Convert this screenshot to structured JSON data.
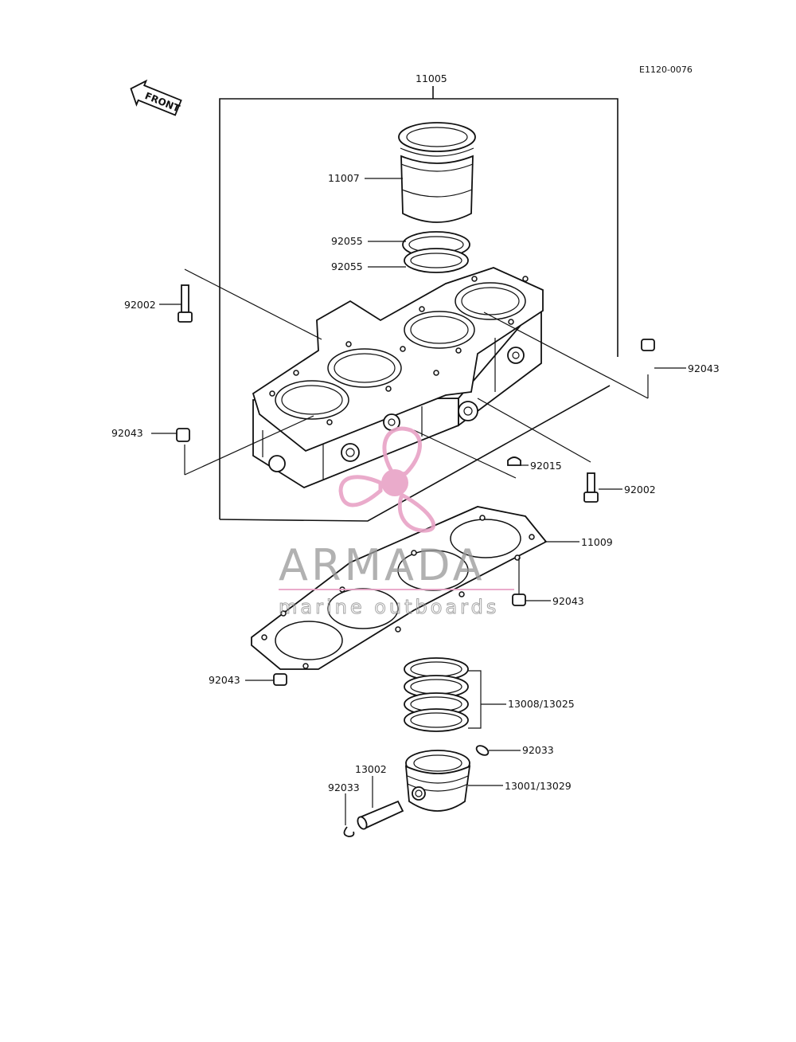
{
  "diagram": {
    "code": "E1120-0076",
    "front_label": "FRONT",
    "parts": {
      "p11005": "11005",
      "p11007": "11007",
      "p92055a": "92055",
      "p92055b": "92055",
      "p92002a": "92002",
      "p92002b": "92002",
      "p92043a": "92043",
      "p92043b": "92043",
      "p92043c": "92043",
      "p92043d": "92043",
      "p92015": "92015",
      "p11009": "11009",
      "p13008": "13008/13025",
      "p92033a": "92033",
      "p92033b": "92033",
      "p13002": "13002",
      "p13001": "13001/13029"
    }
  },
  "watermark": {
    "brand": "ARMADA",
    "tagline": "marine outboards",
    "colors": {
      "pink": "#e8a3c6",
      "gray": "#9a9a9a"
    }
  }
}
